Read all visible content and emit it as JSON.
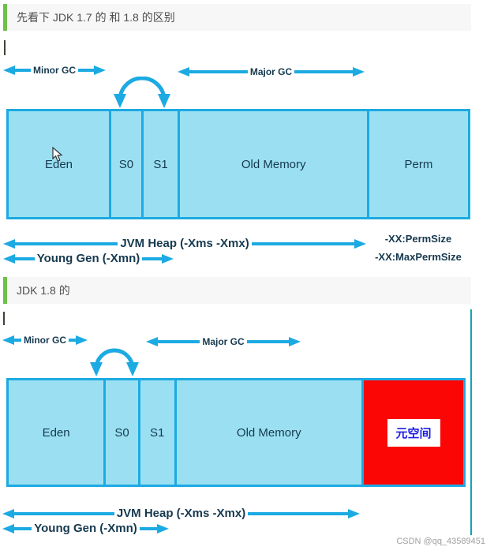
{
  "headers": {
    "jdk_comparison": "先看下 JDK 1.7 的 和 1.8 的区别",
    "jdk18": "JDK 1.8 的"
  },
  "watermark": "CSDN @qq_43589451",
  "colors": {
    "arrow_cyan": "#1caae2",
    "region_fill": "#9be0f2",
    "metaspace_red": "#fb0505",
    "metaspace_text_blue": "#1c1ce4",
    "quote_green": "#6dc14a",
    "label_navy": "#16394f"
  },
  "diagram_jdk17": {
    "arrows": {
      "minor_gc": "Minor GC",
      "major_gc": "Major GC",
      "jvm_heap": "JVM Heap (-Xms -Xmx)",
      "young_gen": "Young Gen (-Xmn)"
    },
    "regions": [
      {
        "label": "Eden"
      },
      {
        "label": "S0"
      },
      {
        "label": "S1"
      },
      {
        "label": "Old Memory"
      },
      {
        "label": "Perm"
      }
    ],
    "perm_flags": {
      "perm_size": "-XX:PermSize",
      "max_perm_size": "-XX:MaxPermSize"
    }
  },
  "diagram_jdk18": {
    "arrows": {
      "minor_gc": "Minor GC",
      "major_gc": "Major GC",
      "jvm_heap": "JVM Heap (-Xms -Xmx)",
      "young_gen": "Young Gen (-Xmn)"
    },
    "regions": [
      {
        "label": "Eden"
      },
      {
        "label": "S0"
      },
      {
        "label": "S1"
      },
      {
        "label": "Old Memory"
      },
      {
        "label": "元空间"
      }
    ]
  }
}
